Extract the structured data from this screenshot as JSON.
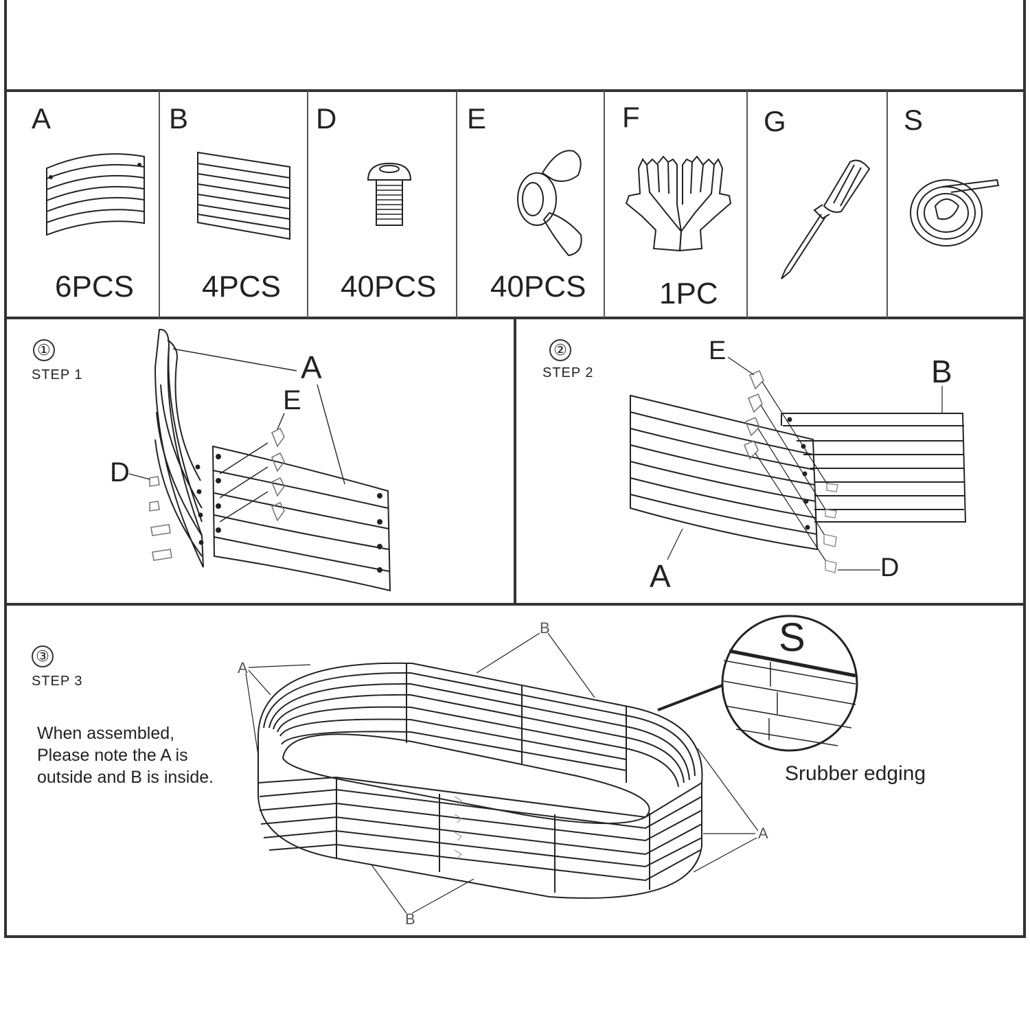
{
  "parts": [
    {
      "letter": "A",
      "quantity": "6PCS",
      "icon": "curved-panel-icon"
    },
    {
      "letter": "B",
      "quantity": "4PCS",
      "icon": "flat-panel-icon"
    },
    {
      "letter": "D",
      "quantity": "40PCS",
      "icon": "bolt-icon"
    },
    {
      "letter": "E",
      "quantity": "40PCS",
      "icon": "wing-nut-icon"
    },
    {
      "letter": "F",
      "quantity": "1PC",
      "icon": "gloves-icon"
    },
    {
      "letter": "G",
      "quantity": "",
      "icon": "screwdriver-icon"
    },
    {
      "letter": "S",
      "quantity": "",
      "icon": "rubber-edging-roll-icon"
    }
  ],
  "steps": [
    {
      "number": "①",
      "label": "STEP 1",
      "callouts": {
        "a": "A",
        "e": "E",
        "d": "D"
      }
    },
    {
      "number": "②",
      "label": "STEP 2",
      "callouts": {
        "e": "E",
        "b": "B",
        "a": "A",
        "d": "D"
      }
    },
    {
      "number": "③",
      "label": "STEP 3",
      "callouts": {
        "a_top": "A",
        "b_top": "B",
        "a_right": "A",
        "b_bottom": "B"
      }
    }
  ],
  "step3_note": [
    "When assembled,",
    "Please note the A is",
    "outside and B is inside."
  ],
  "detail": {
    "letter": "S",
    "caption": "Srubber edging"
  },
  "colors": {
    "ink": "#222222",
    "border": "#333333",
    "background": "#ffffff"
  }
}
